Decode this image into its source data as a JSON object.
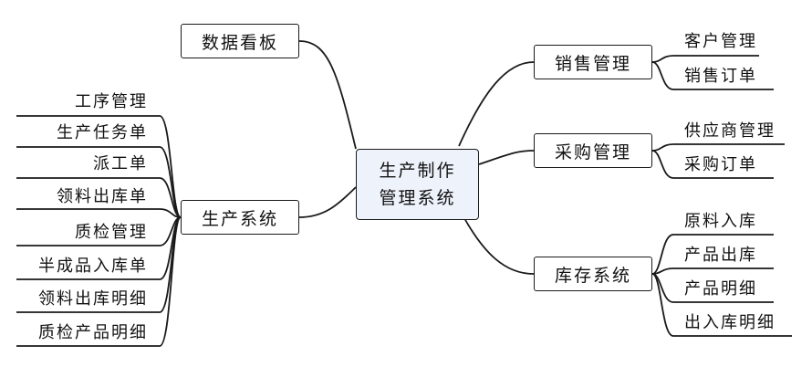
{
  "root": {
    "line1": "生产制作",
    "line2": "管理系统"
  },
  "branches": {
    "dashboard": {
      "label": "数据看板"
    },
    "production": {
      "label": "生产系统",
      "children": [
        "工序管理",
        "生产任务单",
        "派工单",
        "领料出库单",
        "质检管理",
        "半成品入库单",
        "领料出库明细",
        "质检产品明细"
      ]
    },
    "sales": {
      "label": "销售管理",
      "children": [
        "客户管理",
        "销售订单"
      ]
    },
    "purchase": {
      "label": "采购管理",
      "children": [
        "供应商管理",
        "采购订单"
      ]
    },
    "inventory": {
      "label": "库存系统",
      "children": [
        "原料入库",
        "产品出库",
        "产品明细",
        "出入库明细"
      ]
    }
  }
}
